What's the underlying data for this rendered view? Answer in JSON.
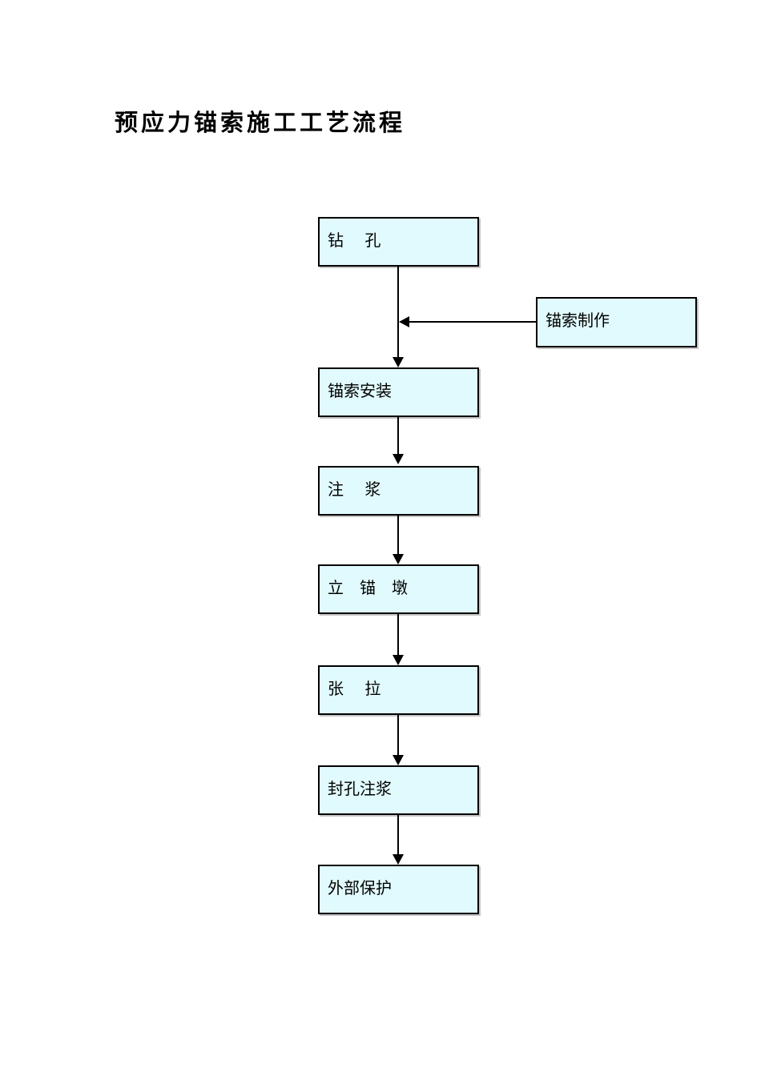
{
  "document": {
    "title": "预应力锚索施工工艺流程"
  },
  "flowchart": {
    "nodes": [
      {
        "id": "drilling",
        "label": "钻　 孔"
      },
      {
        "id": "anchor-install",
        "label": "锚索安装"
      },
      {
        "id": "grouting",
        "label": "注　 浆"
      },
      {
        "id": "anchor-pier",
        "label": "立　锚　墩"
      },
      {
        "id": "tensioning",
        "label": "张　 拉"
      },
      {
        "id": "seal-hole-grouting",
        "label": "封孔注浆"
      },
      {
        "id": "external-protection",
        "label": "外部保护"
      }
    ],
    "side_node": {
      "id": "anchor-fabrication",
      "label": "锚索制作"
    },
    "style": {
      "node_fill": "#E1FAFD",
      "node_border": "#000000",
      "connector_color": "#000000",
      "title_color": "#000000"
    }
  }
}
